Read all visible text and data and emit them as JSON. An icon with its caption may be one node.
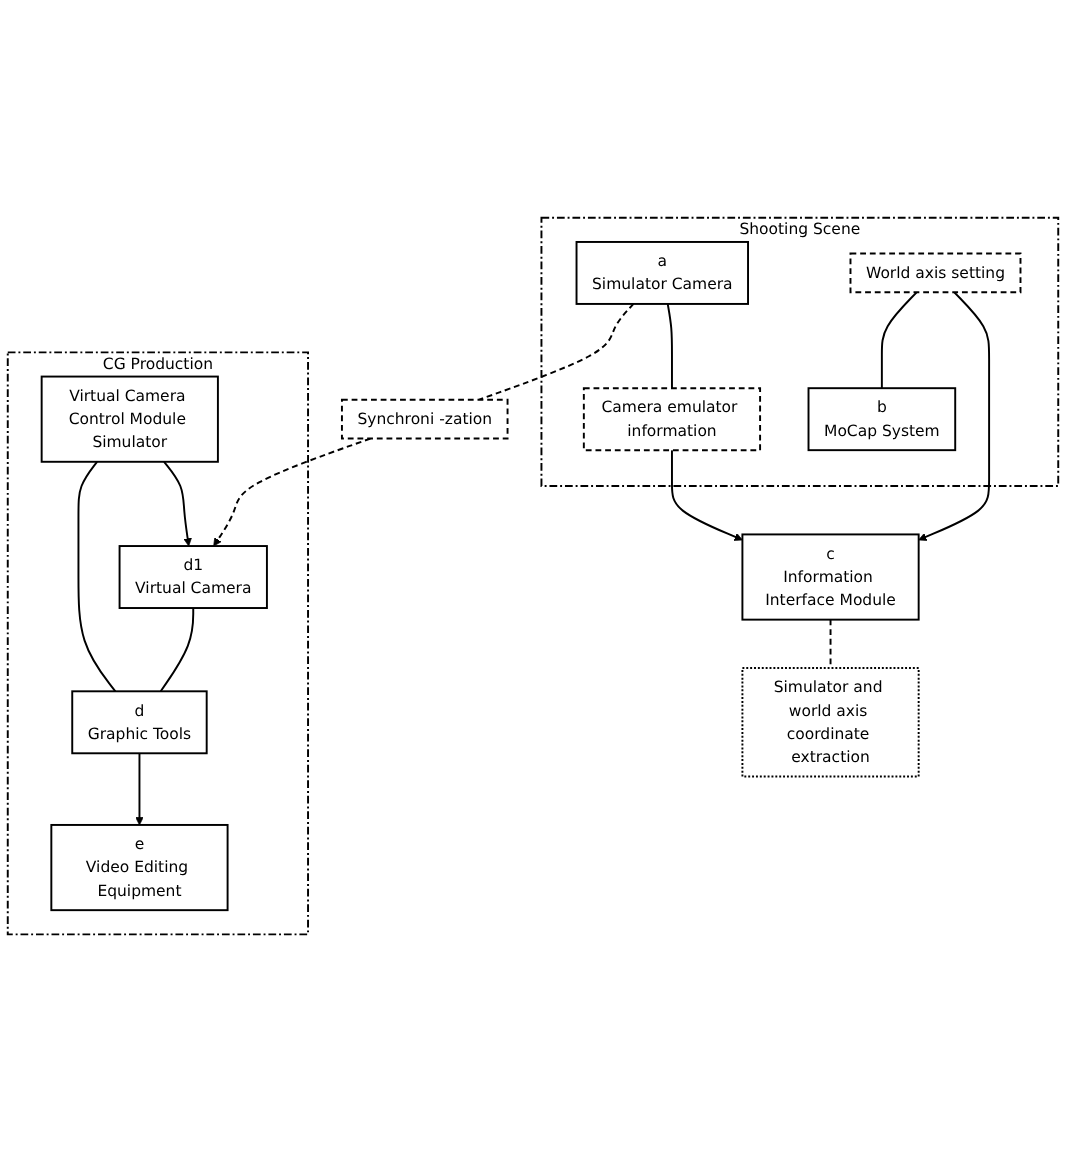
{
  "diagram": {
    "nodes": [
      {
        "text": [
          "Shooting Scene"
        ]
      },
      {
        "text": [
          "a",
          "Simulator Camera"
        ],
        "in": 0
      },
      {
        "text": [
          "Camera emulator information"
        ],
        "in": 0
      },
      {
        "text": [
          "World axis setting"
        ],
        "in": 0
      },
      {
        "text": [
          "b",
          "MoCap System"
        ],
        "in": 0
      },
      {
        "text": [
          "Synchroni -zation"
        ]
      },
      {
        "text": [
          "c",
          "Information Interface Module"
        ]
      },
      {
        "text": [
          "CG Production"
        ]
      },
      {
        "text": [
          "Virtual Camera Control Module Simulator"
        ],
        "in": 7
      },
      {
        "text": [
          "d1",
          "Virtual Camera"
        ],
        "in": 7
      },
      {
        "text": [
          "d",
          "Graphic Tools"
        ],
        "in": 7
      },
      {
        "text": [
          "e",
          "Video Editing Equipment"
        ],
        "in": 7
      },
      {
        "text": [
          "Simulator and world axis coordinate extraction"
        ]
      }
    ],
    "edges": [
      {
        "from": 1,
        "to": 2,
        "arrow": "none"
      },
      {
        "from": 2,
        "to": 6,
        "arrow": "to"
      },
      {
        "from": 3,
        "to": 6,
        "arrow": "to"
      },
      {
        "from": 3,
        "to": 4,
        "arrow": "none"
      },
      {
        "from": 1,
        "to": 5,
        "arrow": "none",
        "style": "dashed"
      },
      {
        "from": 5,
        "to": 9,
        "arrow": "to",
        "style": "dashed"
      },
      {
        "from": 8,
        "to": 9,
        "arrow": "to"
      },
      {
        "from": 8,
        "to": 10,
        "arrow": "none"
      },
      {
        "from": 9,
        "to": 10,
        "arrow": "none"
      },
      {
        "from": 10,
        "to": 11,
        "arrow": "to"
      },
      {
        "from": 6,
        "to": 12,
        "arrow": "none",
        "style": "dashed"
      }
    ]
  }
}
